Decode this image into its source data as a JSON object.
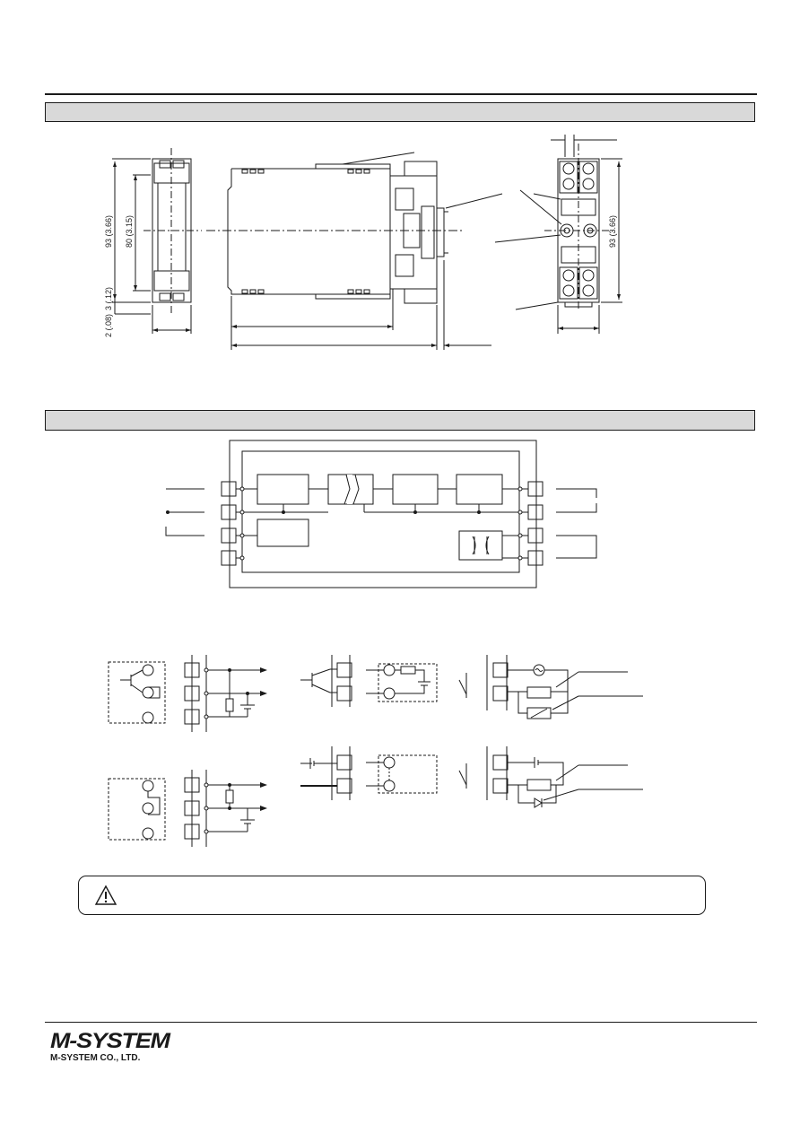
{
  "dimensions": {
    "overall_height": "93 (3.66)",
    "body_height": "80 (3.15)",
    "terminal_offset": "3 (.12)",
    "terminal_base": "2 (.08)",
    "socket_height": "93 (3.66)"
  },
  "footer": {
    "logo_text": "M-SYSTEM",
    "company_name": "M-SYSTEM CO., LTD."
  },
  "warning": {
    "icon": "warning-triangle-icon"
  },
  "colors": {
    "line": "#1a1a1a",
    "bar_fill": "#d9d9d9"
  }
}
